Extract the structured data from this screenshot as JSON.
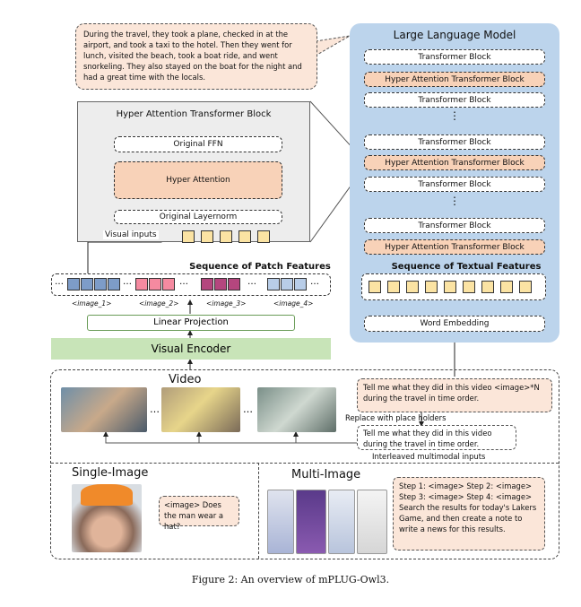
{
  "colors": {
    "llm_bg": "#bcd4ec",
    "hyper_bg": "#ededed",
    "hyper_block": "#f8d2b8",
    "visual_encoder": "#c8e4b8",
    "patch_yellow": "#fbe3a3",
    "patch_blue": "#7d9cc8",
    "patch_pink": "#f58aa0",
    "patch_purple": "#b4467e",
    "prompt_bg": "#fbe6d9"
  },
  "story_text": "During the travel, they took a plane, checked in at the airport, and took a taxi to the hotel. Then they went for lunch, visited the beach, took a boat ride, and went snorkeling. They also stayed on the boat for the night and had a great time with the locals.",
  "llm": {
    "title": "Large Language Model",
    "blocks": [
      "Transformer Block",
      "Hyper Attention Transformer Block",
      "Transformer Block",
      "Transformer Block",
      "Hyper Attention Transformer Block",
      "Transformer Block",
      "Transformer Block",
      "Hyper Attention Transformer Block"
    ],
    "textual_features_label": "Sequence of Textual Features",
    "word_embedding": "Word Embedding",
    "dots": "⋮"
  },
  "hyper_block": {
    "title": "Hyper Attention Transformer Block",
    "ffn": "Original FFN",
    "attention": "Hyper Attention",
    "layernorm": "Original Layernorm",
    "visual_inputs": "Visual inputs"
  },
  "patch_features": {
    "label": "Sequence of Patch Features",
    "image_tags": [
      "<image_1>",
      "<image_2>",
      "<image_3>",
      "<image_4>"
    ],
    "ellipsis": "…"
  },
  "linear_projection": "Linear Projection",
  "visual_encoder": "Visual Encoder",
  "video": {
    "title": "Video",
    "prompt": "Tell me what they did in this video <image>*N during the travel in time order.",
    "replace_label": "Replace with place holders",
    "interleaved_prompt": "Tell me what they did in this video during the travel in time order.",
    "interleaved_label": "Interleaved multimodal inputs",
    "ellipsis": "…"
  },
  "single_image": {
    "title": "Single-Image",
    "prompt": "<image> Does the man wear a hat?"
  },
  "multi_image": {
    "title": "Multi-Image",
    "prompt": "Step 1: <image> Step 2: <image> Step 3: <image> Step 4: <image> Search the results for today's Lakers Game, and then create a note to write a news for this results."
  },
  "caption": "Figure 2: An overview of mPLUG-Owl3."
}
